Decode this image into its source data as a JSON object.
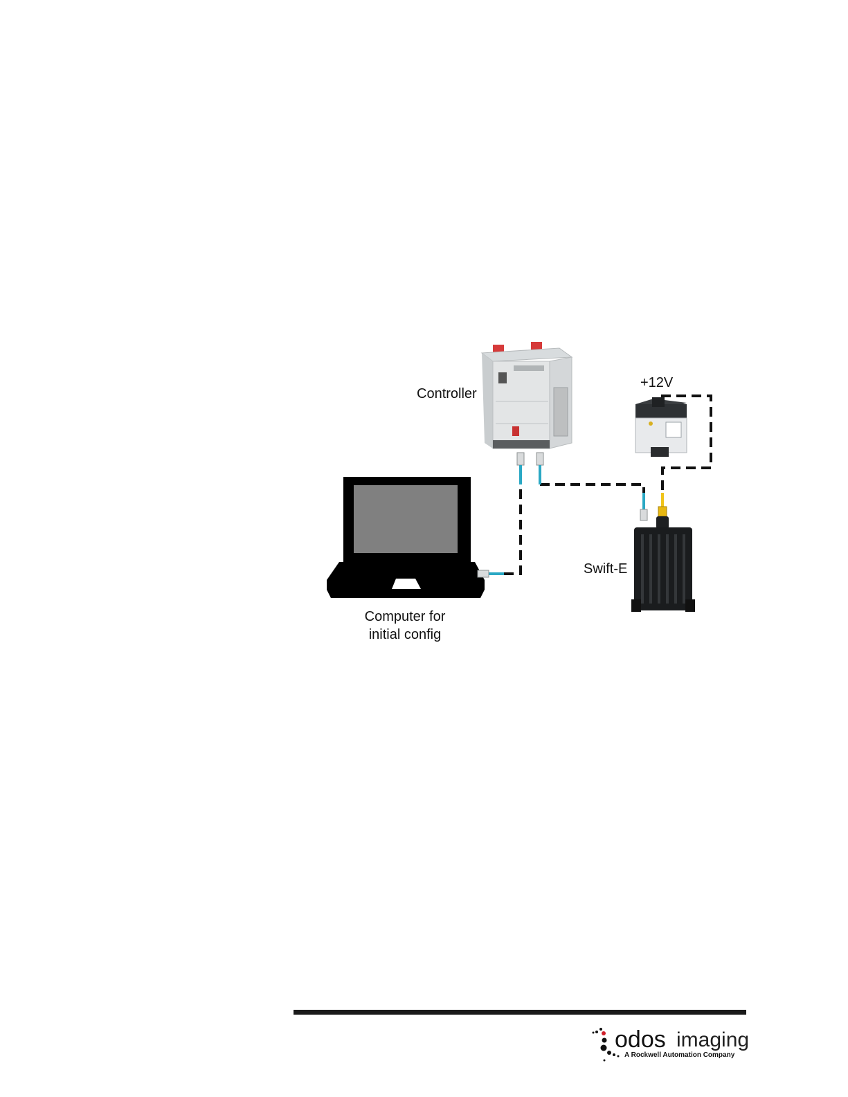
{
  "diagram": {
    "labels": {
      "controller": "Controller",
      "power_supply": "+12V",
      "camera": "Swift-E",
      "computer_line1": "Computer for",
      "computer_line2": "initial config"
    }
  },
  "footer": {
    "logo": {
      "brand": "odos",
      "brand_suffix": "imaging",
      "tagline": "A Rockwell Automation Company"
    }
  },
  "colors": {
    "ethernet_cable": "#2aa8c4",
    "power_cable": "#f0c419",
    "laptop_body": "#000000",
    "laptop_screen": "#808080",
    "logo_dot_red": "#d0202a"
  }
}
